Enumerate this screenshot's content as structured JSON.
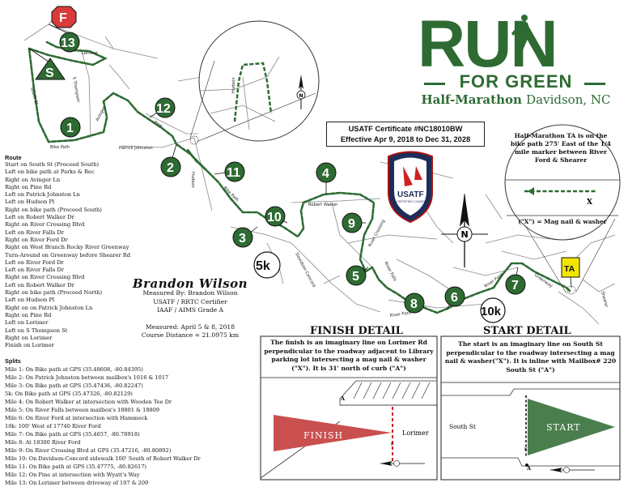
{
  "brand": {
    "run": "RUN",
    "for_green": "FOR GREEN",
    "event": "Half-Marathon",
    "location": "Davidson, NC"
  },
  "certificate": {
    "line1": "USATF Certificate #NC18010BW",
    "line2": "Effective Apr 9, 2018 to Dec 31, 2028"
  },
  "usatf_badge": {
    "name": "USATF",
    "sub": "CERTIFIED COURSE"
  },
  "ta_note": {
    "text": "Half-Marathon TA is on the bike path 275' East of the 1/4 mile marker between River Ford & Shearer",
    "inset_mark": "X",
    "mag_note": "(\"X\") = Mag nail & washer",
    "badge": "TA"
  },
  "route": {
    "heading": "Route",
    "steps": [
      "Start on South St (Proceed South)",
      "Left on bike path at Parks & Rec",
      "Right on Avinger Ln",
      "Right on Pine Rd",
      "Left on Patrick Johnston Ln",
      "Left on Hudson Pl",
      "Right on bike path (Proceed South)",
      "Left on Robert Walker Dr",
      "Right on River Crossing Blvd",
      "Left on River Falls Dr",
      "Right on River Ford Dr",
      "Right on West Branch Rocky River Greenway",
      "Turn-Around on Greenway before Shearer Rd",
      "Left on River Ford Dr",
      "Left on River Falls Dr",
      "Right on River Crossing Blvd",
      "Left on Robert Walker Dr",
      "Right on bike path (Proceed North)",
      "Left on Hudson Pl",
      "Right on on Patrick Johnston Ln",
      "Right on Pine Rd",
      "Left on Lorimer",
      "Left on S Thompson St",
      "Right on Lorimer",
      "Finish on Lorimer"
    ]
  },
  "splits": {
    "heading": "Splits",
    "items": [
      "Mile 1: On Bike path at GPS (35.48608, -80.84395)",
      "Mile 2: On Patrick Johnston between mailbox's 1016 & 1017",
      "Mile 3: On Bike path at GPS (35.47436, -80.82247)",
      "5k: On Bike path at GPS (35.47326, -80.82129)",
      "Mile 4: On Robert Walker at intersection with Wooden Tee Dr",
      "Mile 5: On River Falls between mailbox's 18801 & 18809",
      "Mile 6: On River Ford at intersection with Hammock",
      "10k: 100' West of 17740 River Ford",
      "Mile 7: On Bike path at GPS (35.4657, -80.78918)",
      "Mile 8: At 18300 River Ford",
      "Mile 9: On River Crossing Blvd at GPS (35.47216, -80.80892)",
      "Mile 10: On Davidson-Concord sidewalk 100' South of Robert Walker Dr",
      "Mile 11: On Bike path at GPS (35.47775, -80.82617)",
      "Mile 12: On Pine at intersection with Wyatt's Way",
      "Mile 13: On Lorimer between driveway of 107 & 209"
    ]
  },
  "measurement": {
    "signature": "Brandon Wilson",
    "measured_by": "Measured By: Brandon Wilson",
    "certifier": "USATF / RRTC Certifier",
    "grade": "IAAF / AIMS Grade A",
    "dates": "Measured: April 5 & 8, 2018",
    "distance": "Course Distance = 21.0975 km"
  },
  "streets": {
    "south": "South St",
    "lorimer": "Lorimer",
    "s_thompson": "S Thompson",
    "avinger": "Avinger",
    "pine": "Pine",
    "patrick_johnston": "Patrick Johnston",
    "hudson": "Hudson",
    "hudson_inset": "Hudson",
    "bike_path_1": "Bike Path",
    "bike_path_2": "Bike Path",
    "robert_walker": "Robert Walker",
    "davidson_concord": "Davidson Concord",
    "river_crossing": "River Crossing",
    "river_falls": "River Falls",
    "river_ford_1": "River Ford",
    "river_ford_2": "River Ford",
    "greenway": "Greenway",
    "shearer": "Shearer"
  },
  "markers": {
    "finish": "F",
    "start": "S",
    "m1": "1",
    "m2": "2",
    "m3": "3",
    "m4": "4",
    "m5": "5",
    "m6": "6",
    "m7": "7",
    "m8": "8",
    "m9": "9",
    "m10": "10",
    "m11": "11",
    "m12": "12",
    "m13": "13",
    "k5": "5k",
    "k10": "10k"
  },
  "finish_detail": {
    "title": "FINISH DETAIL",
    "text": "The finish is an imaginary line on Lorimer Rd perpendicular to the roadway adjacent to Library parking lot intersecting a mag nail & washer (\"X\"). It is 31' north of curb (\"A\")",
    "flag_label": "FINISH",
    "street": "Lorimer",
    "point_a": "A"
  },
  "start_detail": {
    "title": "START DETAIL",
    "text": "The start is an imaginary line on South St perpendicular to the roadway intersecting a mag nail & washer(\"X\"). It is inline with Mailbox# 220 South St (\"A\")",
    "flag_label": "START",
    "street": "South St",
    "point_a": "A"
  },
  "colors": {
    "green": "#2e6b33",
    "finish_red": "#d93b3b",
    "ta_yellow": "#f2e600",
    "finish_flag": "#c9504f"
  }
}
